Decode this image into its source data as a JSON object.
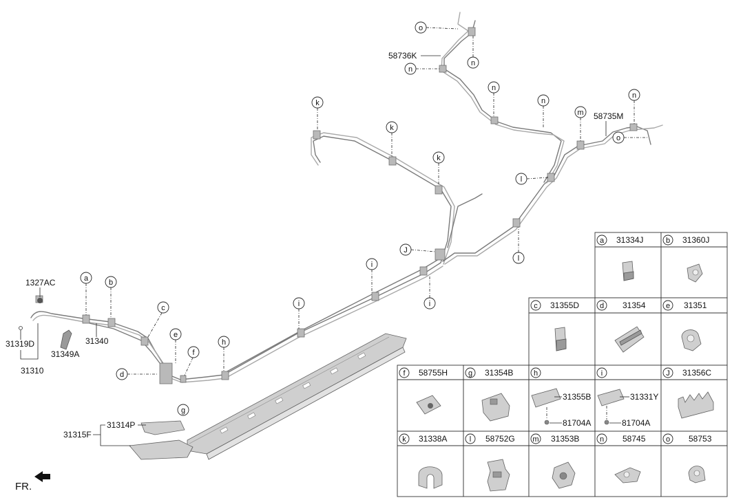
{
  "diagram": {
    "callouts": [
      "a",
      "b",
      "c",
      "d",
      "e",
      "f",
      "g",
      "h",
      "i",
      "J",
      "k",
      "l",
      "m",
      "n",
      "o"
    ],
    "labels": {
      "p1327AC": "1327AC",
      "p31319D": "31319D",
      "p31310": "31310",
      "p31349A": "31349A",
      "p31340": "31340",
      "p31315F": "31315F",
      "p31314P": "31314P",
      "p58736K": "58736K",
      "p58735M": "58735M",
      "fr": "FR."
    }
  },
  "legend": {
    "cells": [
      {
        "letter": "a",
        "part": "31334J"
      },
      {
        "letter": "b",
        "part": "31360J"
      },
      {
        "letter": "c",
        "part": "31355D"
      },
      {
        "letter": "d",
        "part": "31354"
      },
      {
        "letter": "e",
        "part": "31351"
      },
      {
        "letter": "f",
        "part": "58755H"
      },
      {
        "letter": "g",
        "part": "31354B"
      },
      {
        "letter": "h",
        "part": "",
        "sub1": "31355B",
        "sub2": "81704A"
      },
      {
        "letter": "i",
        "part": "",
        "sub1": "31331Y",
        "sub2": "81704A"
      },
      {
        "letter": "J",
        "part": "31356C"
      },
      {
        "letter": "k",
        "part": "31338A"
      },
      {
        "letter": "l",
        "part": "58752G"
      },
      {
        "letter": "m",
        "part": "31353B"
      },
      {
        "letter": "n",
        "part": "58745"
      },
      {
        "letter": "o",
        "part": "58753"
      }
    ]
  }
}
